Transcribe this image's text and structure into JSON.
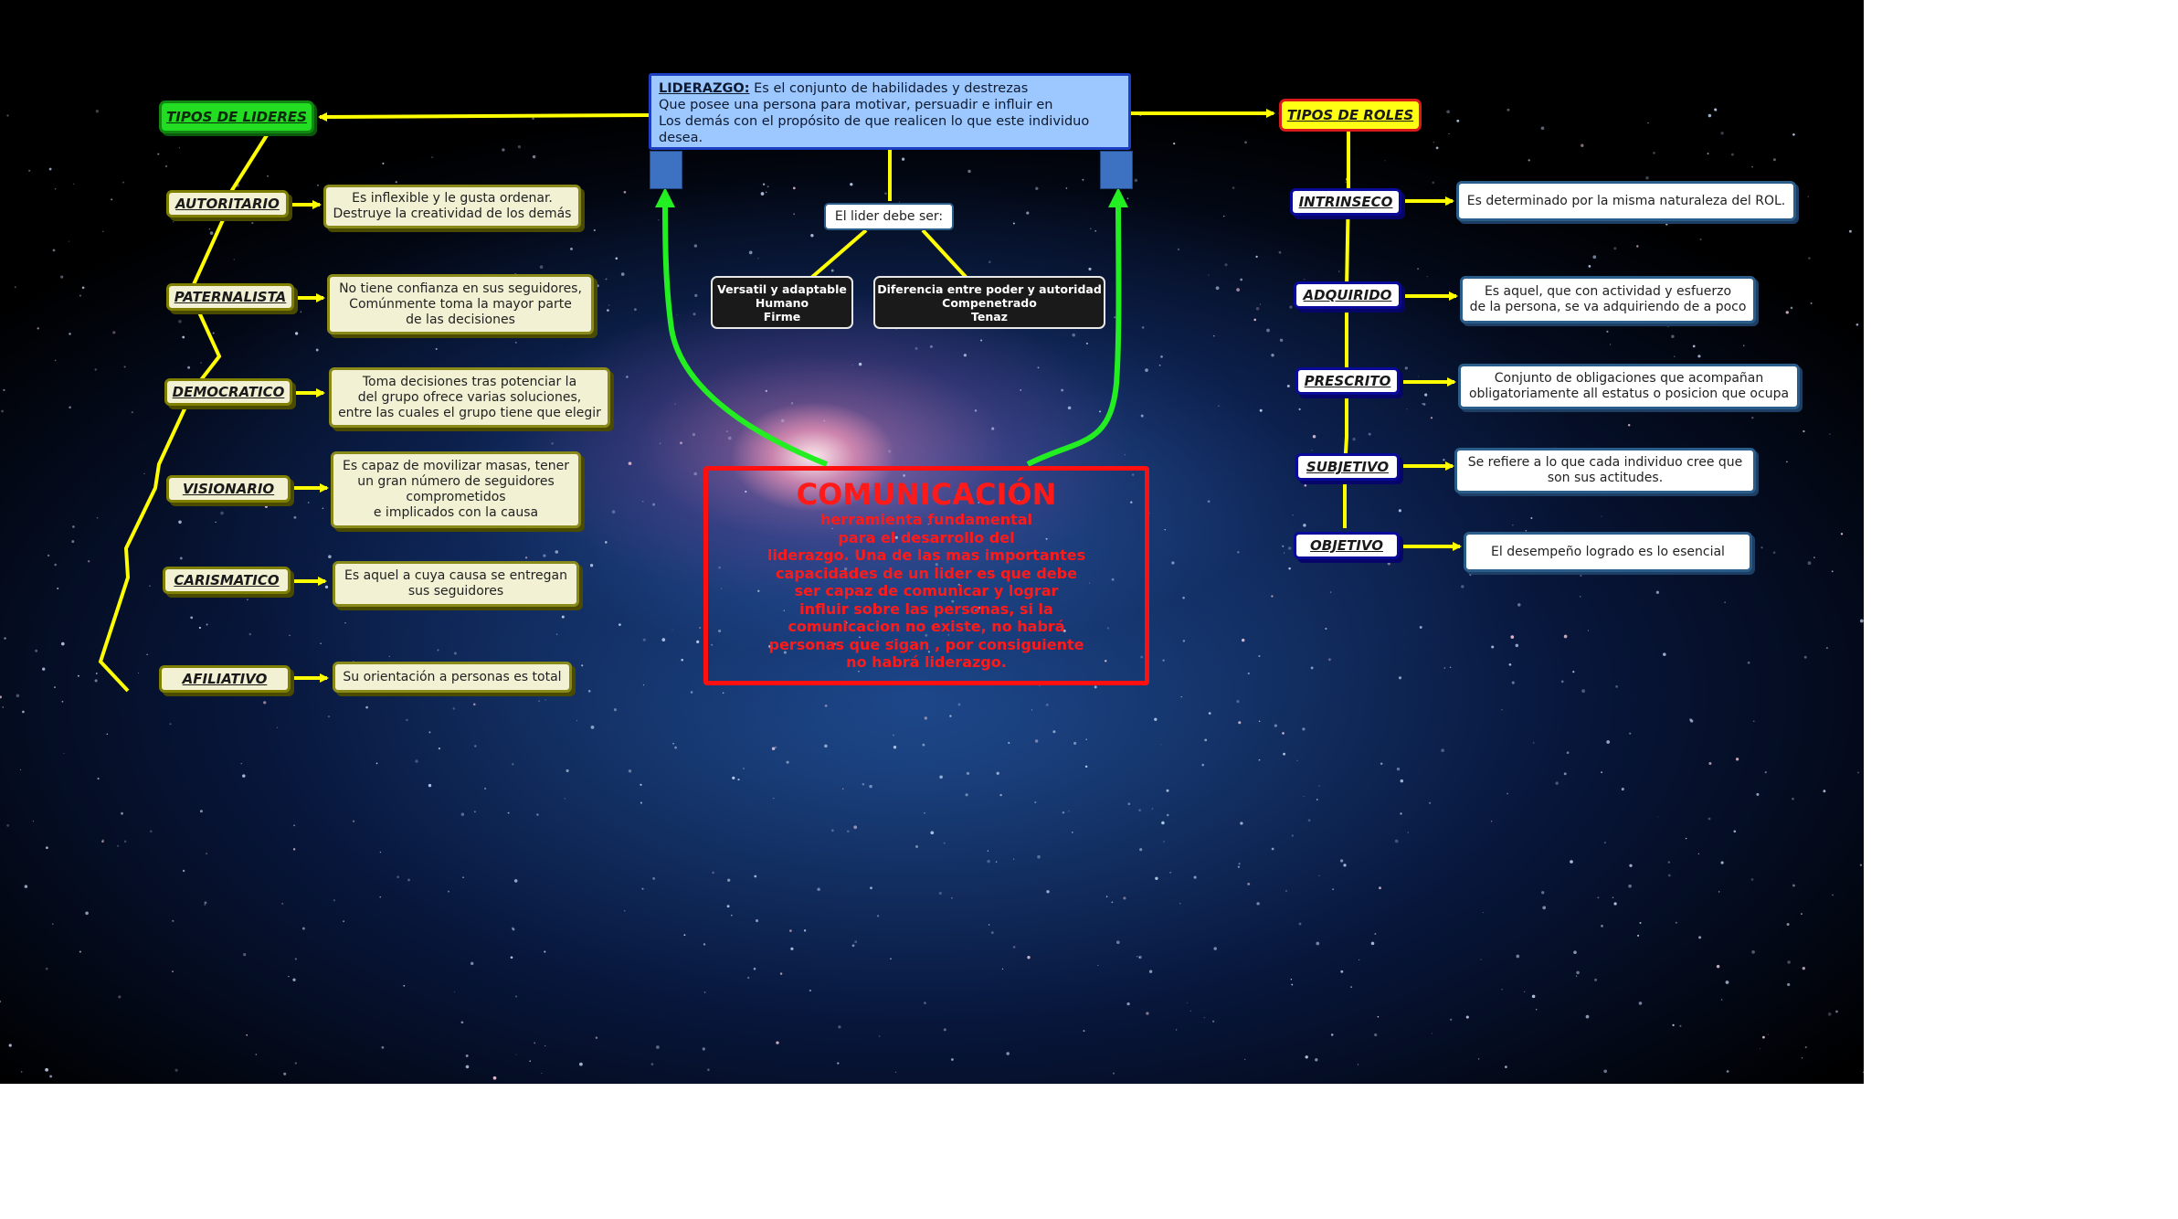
{
  "leadership": {
    "term": "LIDERAZGO:",
    "definition": " Es el conjunto de habilidades y destrezas\nQue posee una persona para motivar, persuadir e influir en\nLos demás con el propósito de que realicen lo que este individuo desea."
  },
  "leader_types": {
    "title": "TIPOS DE LIDERES",
    "items": [
      {
        "label": "AUTORITARIO",
        "description": "Es inflexible y le gusta ordenar.\nDestruye la creatividad de los demás"
      },
      {
        "label": "PATERNALISTA",
        "description": "No tiene confianza en sus seguidores,\nComúnmente toma la mayor parte\nde las decisiones"
      },
      {
        "label": "DEMOCRATICO",
        "description": "Toma decisiones tras potenciar la\ndel grupo ofrece varias soluciones,\nentre las cuales el grupo tiene que elegir"
      },
      {
        "label": "VISIONARIO",
        "description": "Es capaz de movilizar masas, tener\nun gran número de seguidores\ncomprometidos\ne implicados con la causa"
      },
      {
        "label": "CARISMATICO",
        "description": "Es aquel a cuya causa se entregan\nsus seguidores"
      },
      {
        "label": "AFILIATIVO",
        "description": "Su orientación a personas es total"
      }
    ]
  },
  "role_types": {
    "title": "TIPOS DE ROLES",
    "items": [
      {
        "label": "INTRINSECO",
        "description": "Es determinado por la misma naturaleza del ROL."
      },
      {
        "label": "ADQUIRIDO",
        "description": "Es aquel, que con actividad y esfuerzo\nde la persona, se va adquiriendo de a poco"
      },
      {
        "label": "PRESCRITO",
        "description": "Conjunto de obligaciones que acompañan\nobligatoriamente all estatus o posicion que ocupa"
      },
      {
        "label": "SUBJETIVO",
        "description": "Se refiere a lo que cada individuo cree que\nson sus  actitudes."
      },
      {
        "label": "OBJETIVO",
        "description": "El desempeño logrado es lo esencial"
      }
    ]
  },
  "leader_must": {
    "label": "El lider debe ser:",
    "qualities_1": "Versatil y adaptable\nHumano\nFirme",
    "qualities_2": "Diferencia entre poder y autoridad\nCompenetrado\nTenaz"
  },
  "communication": {
    "title": "COMUNICACIÓN",
    "body": "herramienta fundamental\npara el desarrollo del\nliderazgo. Una de las mas importantes\ncapacidades de un lider es que debe\nser capaz de comunicar y lograr\ninfluir sobre las personas, si la\ncomunicacion no existe, no habrá\npersonas que sigan , por consiguiente\nno habrá liderazgo."
  },
  "colors": {
    "connector": "#ffff00",
    "feedback_arrow": "#22ee22",
    "communication": "#ff1010",
    "main_box": "#9cc7ff"
  }
}
